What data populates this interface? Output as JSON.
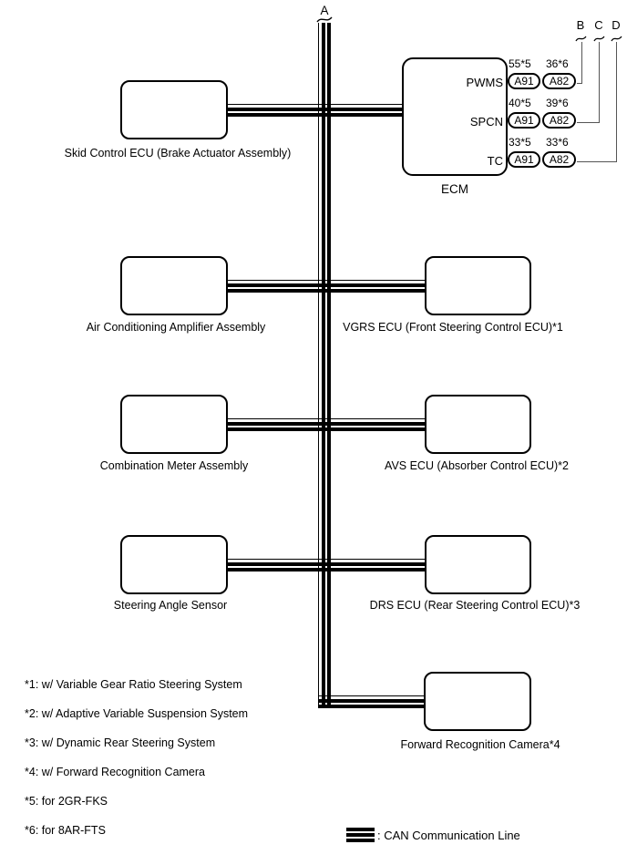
{
  "diagram": {
    "bus_label": "A",
    "branch_labels": {
      "b": "B",
      "c": "C",
      "d": "D"
    },
    "nodes": {
      "skid": "Skid Control ECU (Brake Actuator Assembly)",
      "ac_amp": "Air Conditioning Amplifier Assembly",
      "combo_meter": "Combination Meter Assembly",
      "steering_sensor": "Steering Angle Sensor",
      "ecm": "ECM",
      "vgrs": "VGRS ECU (Front Steering Control ECU)*1",
      "avs": "AVS ECU (Absorber Control ECU)*2",
      "drs": "DRS ECU (Rear Steering Control ECU)*3",
      "camera": "Forward Recognition Camera*4"
    },
    "ecm_ports": [
      {
        "name": "PWMS",
        "pin_a91": "55*5",
        "pin_a82": "36*6",
        "conn_a91": "A91",
        "conn_a82": "A82"
      },
      {
        "name": "SPCN",
        "pin_a91": "40*5",
        "pin_a82": "39*6",
        "conn_a91": "A91",
        "conn_a82": "A82"
      },
      {
        "name": "TC",
        "pin_a91": "33*5",
        "pin_a82": "33*6",
        "conn_a91": "A91",
        "conn_a82": "A82"
      }
    ],
    "footnotes": [
      "*1: w/ Variable Gear Ratio Steering System",
      "*2: w/ Adaptive Variable Suspension System",
      "*3: w/ Dynamic Rear Steering System",
      "*4: w/ Forward Recognition Camera",
      "*5: for 2GR-FKS",
      "*6: for 8AR-FTS"
    ],
    "legend_label": ": CAN Communication Line",
    "colors": {
      "line": "#000000",
      "background": "#ffffff",
      "branch_connector": "#555555"
    }
  }
}
